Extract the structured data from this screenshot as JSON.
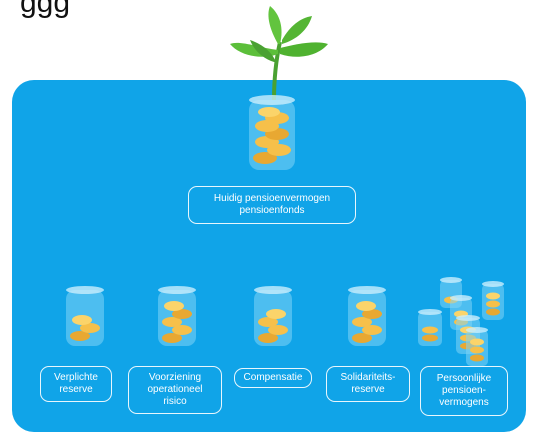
{
  "header_text": "ggg",
  "colors": {
    "panel": "#10a4e8",
    "label_border": "#ffffff",
    "leaf": "#5cbf3a",
    "coin": "#f6c04a"
  },
  "main_node": {
    "label": "Huidig pensioenvermogen\npensioenfonds"
  },
  "nodes": [
    {
      "label": "Verplichte\nreserve"
    },
    {
      "label": "Voorziening\noperationeel\nrisico"
    },
    {
      "label": "Compensatie"
    },
    {
      "label": "Solidariteits-\nreserve"
    },
    {
      "label": "Persoonlijke\npensioen-\nvermogens"
    }
  ]
}
